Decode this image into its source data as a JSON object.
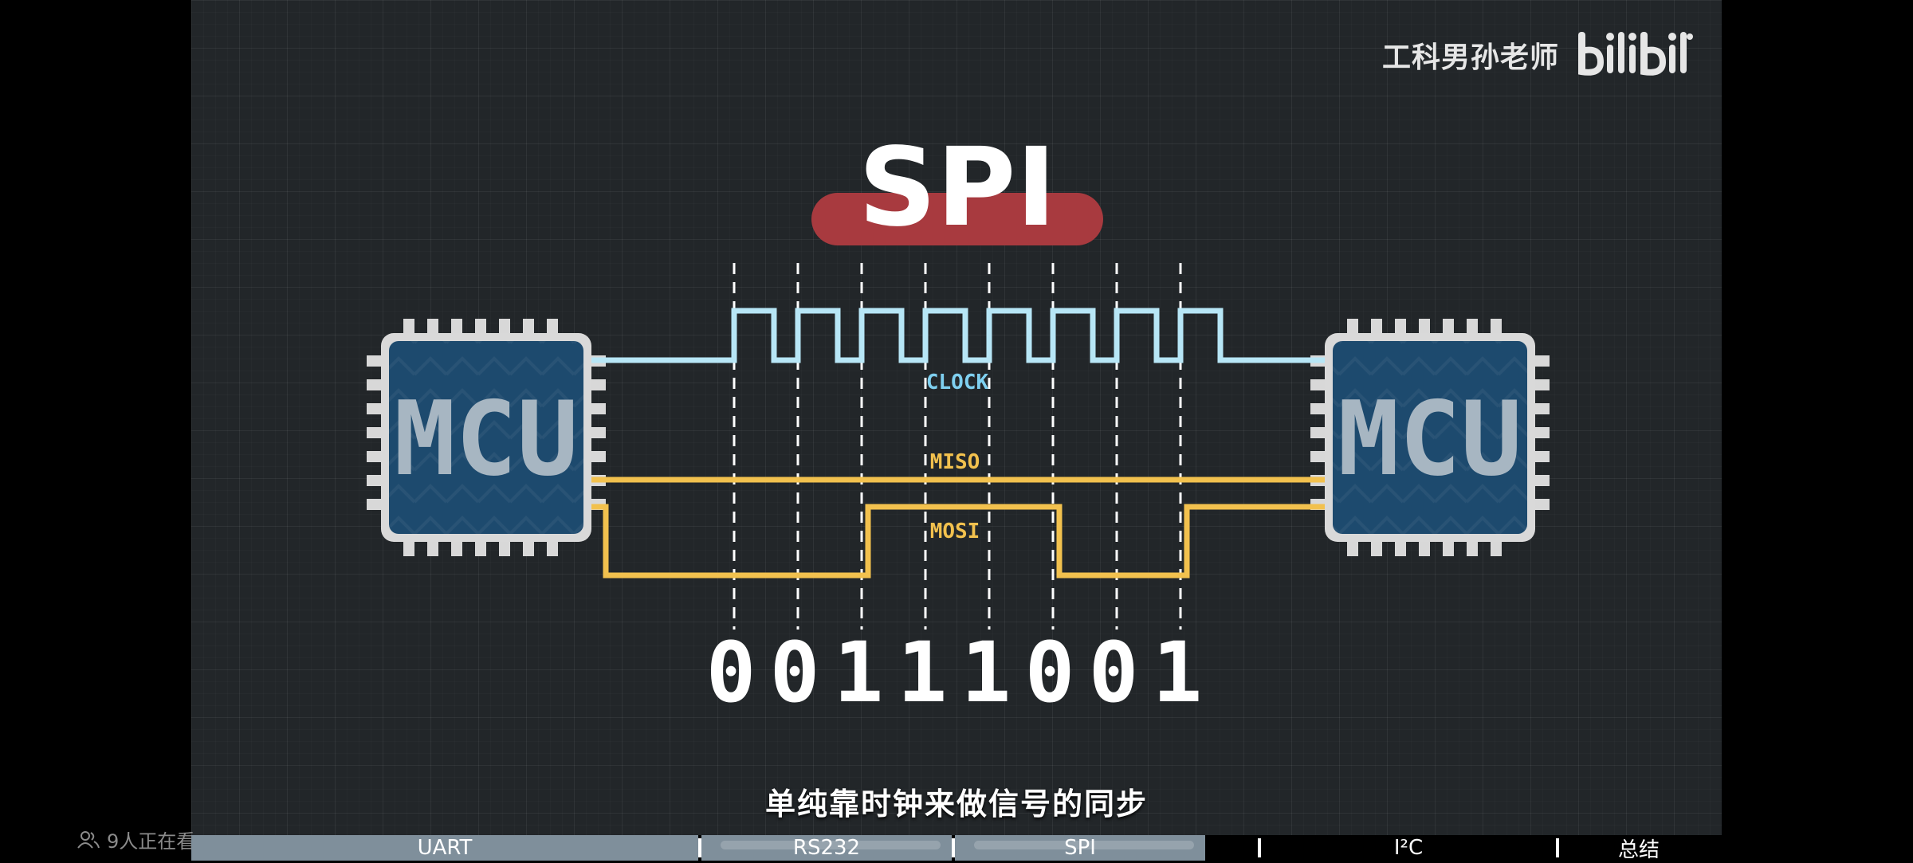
{
  "video": {
    "title": "SPI",
    "uploader": "工科男孙老师",
    "platform_logo": "bilibili",
    "subtitle": "单纯靠时钟来做信号的同步",
    "left_chip_label": "MCU",
    "right_chip_label": "MCU",
    "signals": {
      "clock": "CLOCK",
      "miso": "MISO",
      "mosi": "MOSI"
    },
    "bits": [
      "0",
      "0",
      "1",
      "1",
      "1",
      "0",
      "0",
      "1"
    ],
    "colors": {
      "clock": "#b7e6f6",
      "data": "#f2c14e",
      "title_bar": "#a83a3f",
      "chip": "#1d4a6e"
    }
  },
  "viewers": {
    "icon": "people-icon",
    "text": "9人正在看"
  },
  "chapters": [
    {
      "label": "UART",
      "state": "watched"
    },
    {
      "label": "RS232",
      "state": "watched"
    },
    {
      "label": "SPI",
      "state": "current"
    },
    {
      "label": "I²C",
      "state": "upcoming"
    },
    {
      "label": "总结",
      "state": "upcoming"
    }
  ]
}
